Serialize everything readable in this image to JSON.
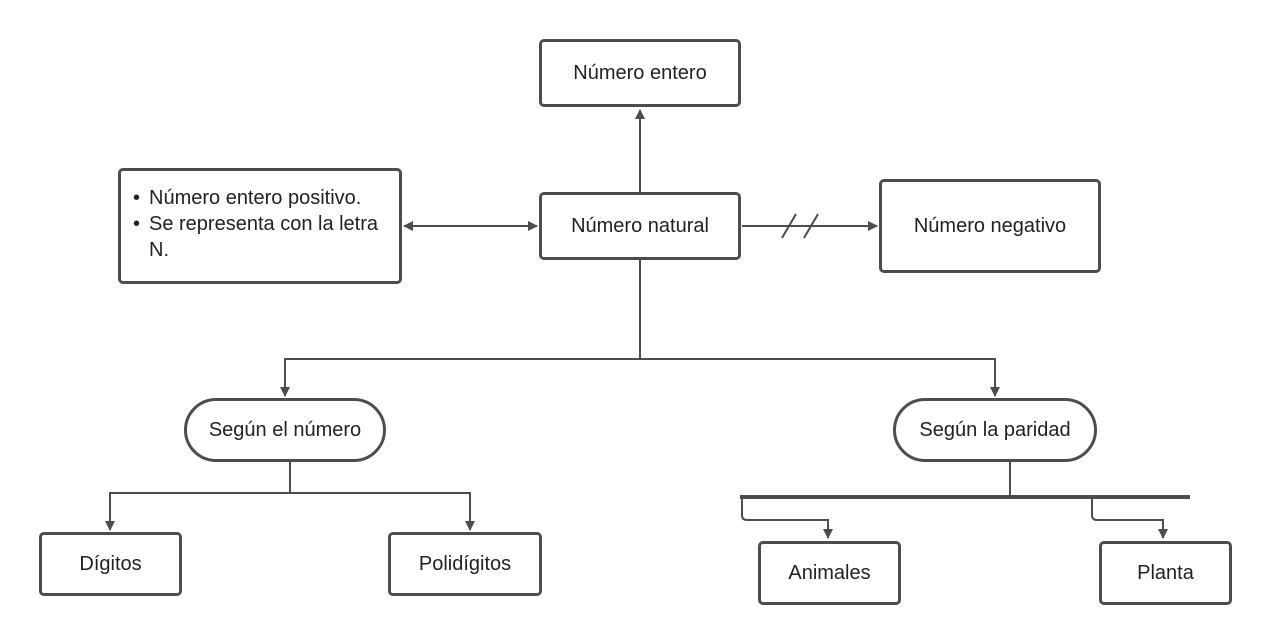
{
  "diagram": {
    "nodes": {
      "entero": "Número entero",
      "natural": "Número natural",
      "negativo": "Número negativo",
      "definition": [
        "Número entero positivo.",
        "Se representa con la letra N."
      ],
      "segun_numero": "Según el número",
      "segun_paridad": "Según la paridad",
      "digitos": "Dígitos",
      "polidigitos": "Polidígitos",
      "animales": "Animales",
      "planta": "Planta"
    },
    "colors": {
      "stroke": "#4d4d4d",
      "text": "#222222",
      "background": "#ffffff"
    }
  }
}
